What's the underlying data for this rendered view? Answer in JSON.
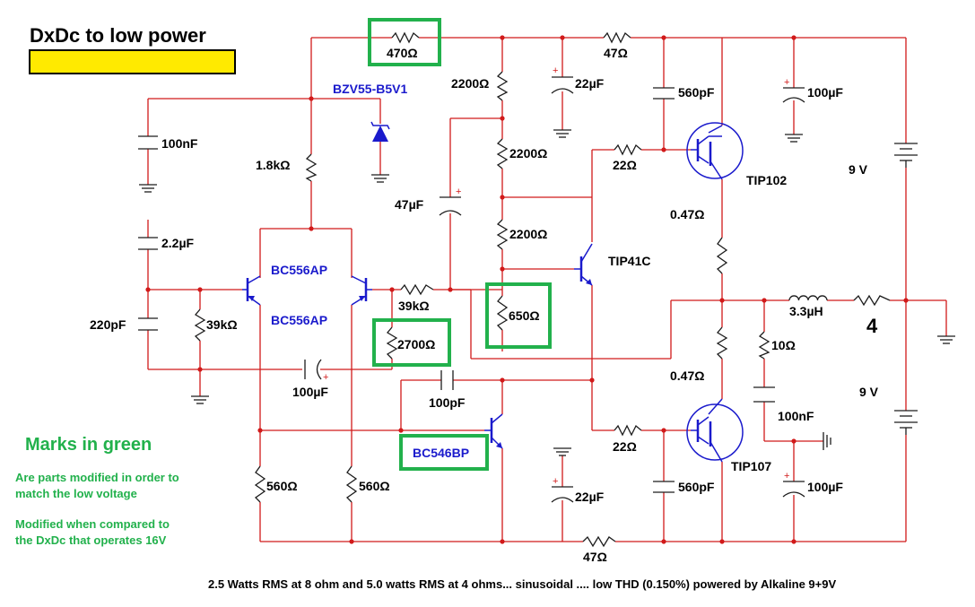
{
  "title": "DxDc to low power",
  "title_bar_color": "#ffea00",
  "footer": "2.5 Watts RMS at 8 ohm and 5.0 watts RMS at 4 ohms... sinusoidal .... low THD (0.150%) powered by Alkaline 9+9V",
  "legend": {
    "heading": "Marks in green",
    "line1": "Are parts modified in order to",
    "line2": "match the low voltage",
    "line3": "Modified when compared to",
    "line4": "the DxDc that operates 16V"
  },
  "colors": {
    "wire": "#d11a1a",
    "highlight": "#22b14c",
    "part_label": "#1a1acc"
  },
  "labels": {
    "r_470": "470Ω",
    "r_47_top": "47Ω",
    "r_2200_a": "2200Ω",
    "c_22u_top": "22µF",
    "c_560p_top": "560pF",
    "c_100u_top": "100µF",
    "zener": "BZV55-B5V1",
    "c_100n_left": "100nF",
    "r_1k8": "1.8kΩ",
    "r_2200_b": "2200Ω",
    "r_22_top": "22Ω",
    "q_tip102": "TIP102",
    "v_9_top": "9 V",
    "c_47u": "47µF",
    "r_047_top": "0.47Ω",
    "r_2200_c": "2200Ω",
    "c_2u2": "2.2µF",
    "q_bc556_a": "BC556AP",
    "q_tip41c": "TIP41C",
    "r_39k_a": "39kΩ",
    "r_650": "650Ω",
    "l_3u3": "3.3µH",
    "load": "4",
    "c_220p": "220pF",
    "r_39k_b": "39kΩ",
    "q_bc556_b": "BC556AP",
    "r_2700": "2700Ω",
    "r_10": "10Ω",
    "c_100u_mid": "100µF",
    "c_100p": "100pF",
    "r_047_bot": "0.47Ω",
    "v_9_bot": "9 V",
    "c_100n_right": "100nF",
    "q_bc546": "BC546BP",
    "r_22_bot": "22Ω",
    "q_tip107": "TIP107",
    "r_560_a": "560Ω",
    "r_560_b": "560Ω",
    "c_22u_bot": "22µF",
    "c_560p_bot": "560pF",
    "c_100u_bot": "100µF",
    "r_47_bot": "47Ω"
  }
}
